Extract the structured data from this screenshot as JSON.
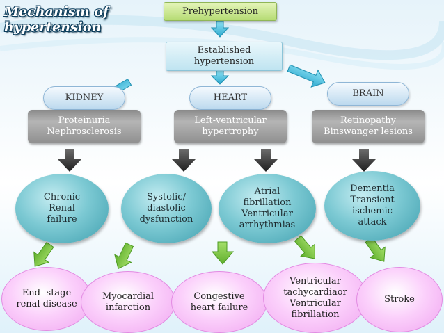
{
  "title": {
    "line1": "Mechanism of",
    "line2": "hypertension"
  },
  "top": "Prehypertension",
  "established": {
    "line1": "Established",
    "line2": "hypertension"
  },
  "organs": {
    "kidney": "KIDNEY",
    "heart": "HEART",
    "brain": "BRAIN"
  },
  "organ_effects": {
    "kidney": {
      "line1": "Proteinuria",
      "line2": "Nephrosclerosis"
    },
    "heart": {
      "line1": "Left-ventricular",
      "line2": "hypertrophy"
    },
    "brain": {
      "line1": "Retinopathy",
      "line2": "Binswanger lesions"
    }
  },
  "complications": {
    "renal": [
      "Chronic",
      "Renal",
      "failure"
    ],
    "systolic": [
      "Systolic/",
      "diastolic",
      "dysfunction"
    ],
    "atrial": [
      "Atrial",
      "fibrillation",
      "Ventricular",
      "arrhythmias"
    ],
    "dementia": [
      "Dementia",
      "Transient",
      "ischemic",
      "attack"
    ]
  },
  "outcomes": {
    "esrd": [
      "End- stage",
      "renal disease"
    ],
    "mi": [
      "Myocardial",
      "infarction"
    ],
    "chf": [
      "Congestive",
      "heart failure"
    ],
    "vt": [
      "Ventricular",
      "tachycardiaor",
      "Ventricular",
      "fibrillation"
    ],
    "stroke": [
      "Stroke"
    ]
  },
  "colors": {
    "green": "#7ac943",
    "cyan": "#3bb8d8",
    "dark_arrow": "#3a3a3a",
    "teal": "#5fb6c2",
    "pink": "#f6b8f6"
  }
}
